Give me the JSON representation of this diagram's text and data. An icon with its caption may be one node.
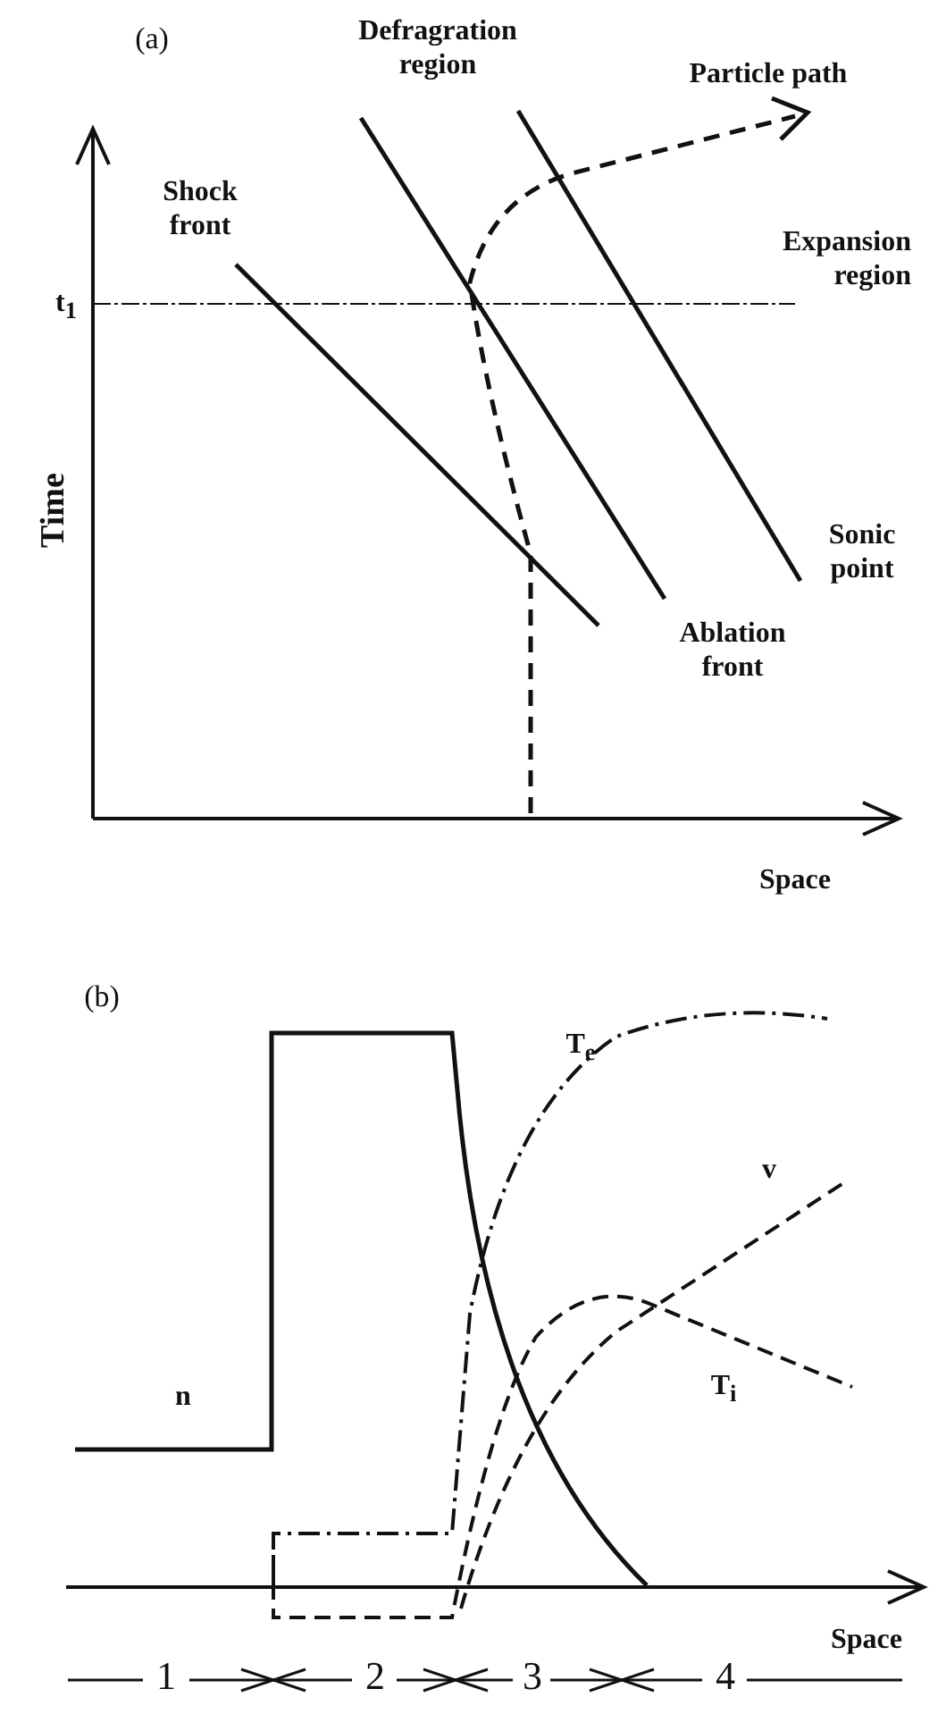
{
  "diagram": {
    "labels": [
      "(a)",
      "Defragration region",
      "Particle path",
      "Shock front",
      "Expansion region",
      "t$_{1}$",
      "Time",
      "Sonic point",
      "Ablation front",
      "Space",
      "(b)",
      "T$_{e}$",
      "v",
      "n",
      "T$_{i}$",
      "Space",
      "1",
      "2",
      "3",
      "4"
    ]
  }
}
